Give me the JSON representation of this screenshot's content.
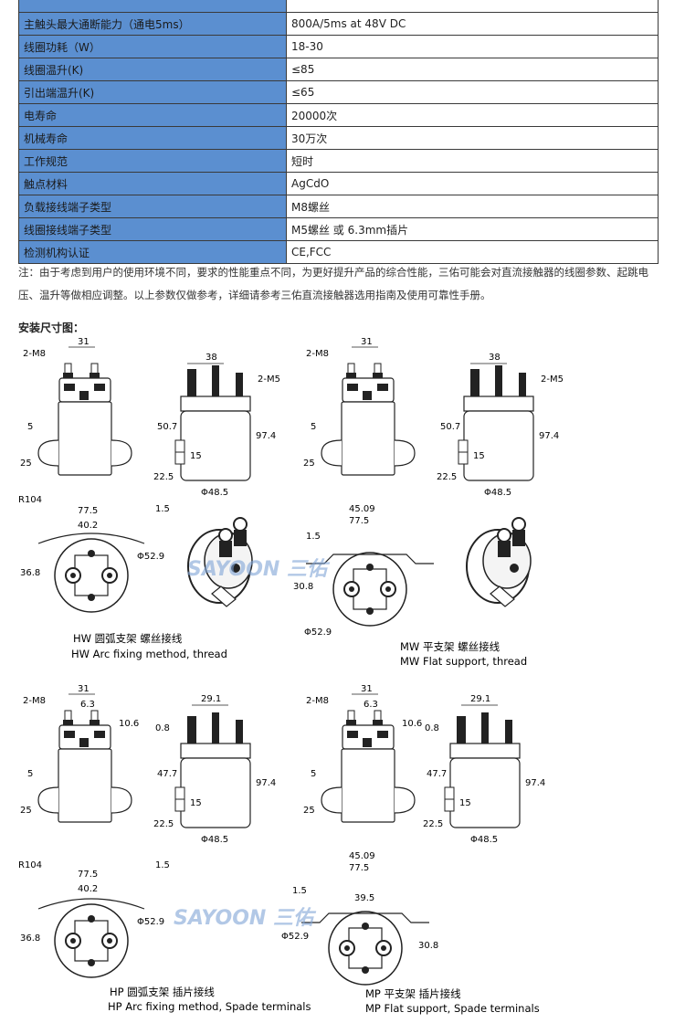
{
  "spec_rows": [
    {
      "label": "",
      "value": ""
    },
    {
      "label": "主触头最大通断能力（通电5ms）",
      "value": "800A/5ms at 48V DC"
    },
    {
      "label": "线圈功耗（W）",
      "value": "18-30"
    },
    {
      "label": "线圈温升(K)",
      "value": "≤85"
    },
    {
      "label": "引出端温升(K)",
      "value": "≤65"
    },
    {
      "label": "电寿命",
      "value": "20000次"
    },
    {
      "label": "机械寿命",
      "value": "30万次"
    },
    {
      "label": "工作规范",
      "value": "短时"
    },
    {
      "label": "触点材料",
      "value": "AgCdO"
    },
    {
      "label": "负载接线端子类型",
      "value": "M8螺丝"
    },
    {
      "label": "线圈接线端子类型",
      "value": "M5螺丝 或 6.3mm插片"
    },
    {
      "label": "检测机构认证",
      "value": "CE,FCC"
    }
  ],
  "note": "注：由于考虑到用户的使用环境不同，要求的性能重点不同，为更好提升产品的综合性能，三佑可能会对直流接触器的线圈参数、起跳电压、温升等做相应调整。以上参数仅做参考，详细请参考三佑直流接触器选用指南及使用可靠性手册。",
  "section_title": "安装尺寸图：",
  "watermark": "SAYOON 三佑",
  "drawings": [
    {
      "caption_cn": "HW  圆弧支架  螺丝接线",
      "caption_en": "HW Arc fixing method, thread",
      "front": {
        "terminal": "2-M8",
        "width": "31",
        "side1": "5",
        "side2": "25"
      },
      "side": {
        "width": "38",
        "coil_terminal": "2-M5",
        "height_a": "50.7",
        "height_total": "97.4",
        "h15": "15",
        "h22": "22.5",
        "dia": "Φ48.5"
      },
      "bottom": {
        "r": "R104",
        "w1": "77.5",
        "w2": "40.2",
        "h": "36.8",
        "dia": "Φ52.9",
        "t": "1.5"
      }
    },
    {
      "caption_cn": "MW  平支架  螺丝接线",
      "caption_en": "MW Flat support, thread",
      "front": {
        "terminal": "2-M8",
        "width": "31",
        "side1": "5",
        "side2": "25",
        "w1": "45.09",
        "w2": "77.5"
      },
      "side": {
        "width": "38",
        "coil_terminal": "2-M5",
        "height_a": "50.7",
        "height_total": "97.4",
        "h15": "15",
        "h22": "22.5",
        "dia": "Φ48.5"
      },
      "bottom": {
        "t": "1.5",
        "h": "30.8",
        "dia": "Φ52.9"
      }
    },
    {
      "caption_cn": "HP  圆弧支架  插片接线",
      "caption_en": "HP Arc fixing method, Spade terminals",
      "front": {
        "terminal": "2-M8",
        "width": "31",
        "pitch": "6.3",
        "h": "10.6",
        "side1": "5",
        "side2": "25"
      },
      "side": {
        "width": "29.1",
        "gap": "0.8",
        "height_a": "47.7",
        "height_total": "97.4",
        "h15": "15",
        "h22": "22.5",
        "dia": "Φ48.5"
      },
      "bottom": {
        "r": "R104",
        "w1": "77.5",
        "w2": "40.2",
        "h": "36.8",
        "dia": "Φ52.9",
        "t": "1.5"
      }
    },
    {
      "caption_cn": "MP  平支架  插片接线",
      "caption_en": "MP Flat support, Spade terminals",
      "front": {
        "terminal": "2-M8",
        "width": "31",
        "pitch": "6.3",
        "h": "10.6",
        "side1": "5",
        "side2": "25",
        "w1": "45.09",
        "w2": "77.5"
      },
      "side": {
        "width": "29.1",
        "gap": "0.8",
        "height_a": "47.7",
        "height_total": "97.4",
        "h15": "15",
        "h22": "22.5",
        "dia": "Φ48.5"
      },
      "bottom": {
        "t": "1.5",
        "w": "39.5",
        "h": "30.8",
        "dia": "Φ52.9"
      }
    }
  ]
}
